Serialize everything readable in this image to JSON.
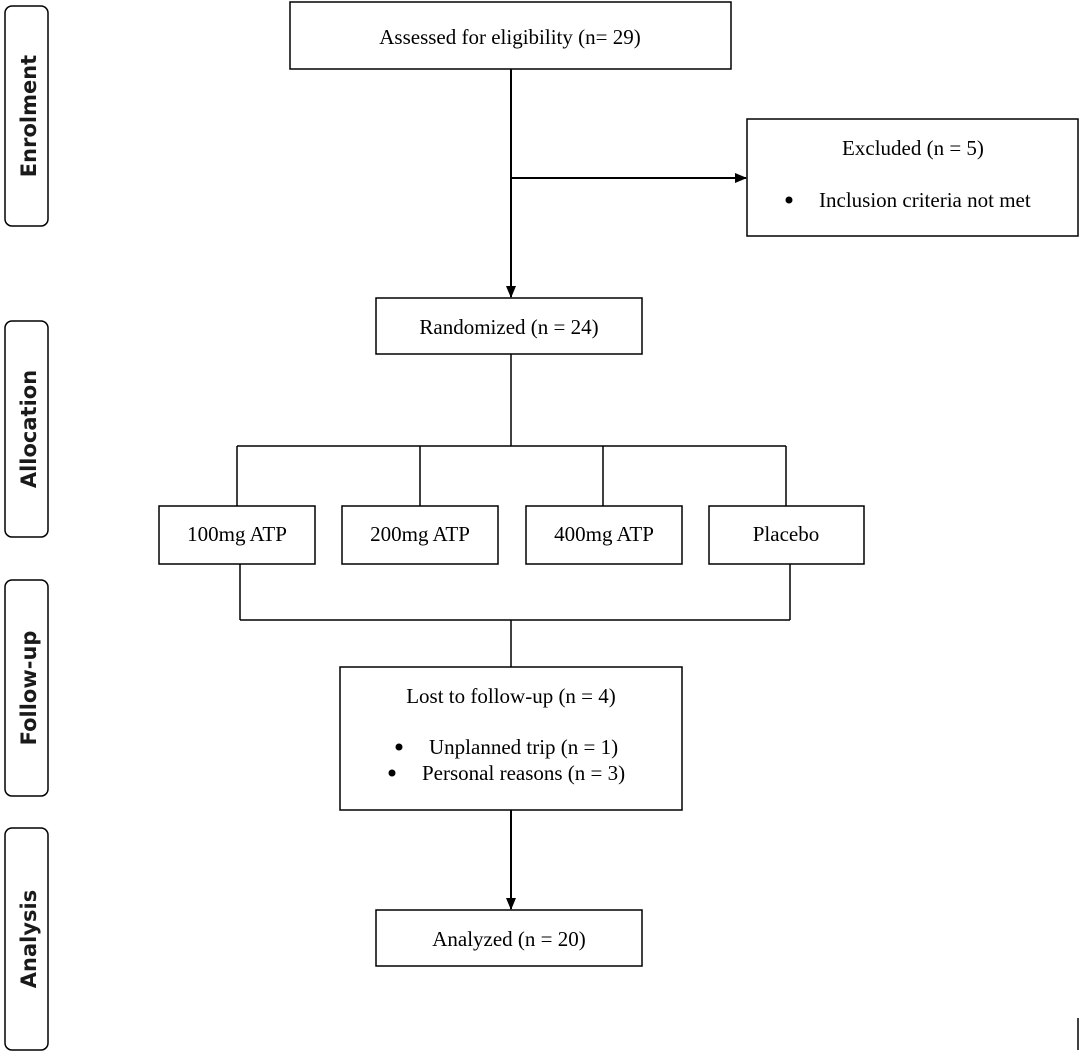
{
  "phases": {
    "enrolment": "Enrolment",
    "allocation": "Allocation",
    "follow_up": "Follow-up",
    "analysis": "Analysis"
  },
  "assessed": "Assessed for eligibility (n= 29)",
  "excluded": {
    "title": "Excluded (n = 5)",
    "items": [
      "Inclusion criteria not met"
    ]
  },
  "randomized": "Randomized (n = 24)",
  "arms": [
    "100mg ATP",
    "200mg ATP",
    "400mg ATP",
    "Placebo"
  ],
  "lost": {
    "title": "Lost to follow-up (n = 4)",
    "items": [
      "Unplanned trip (n = 1)",
      "Personal reasons (n = 3)"
    ]
  },
  "analyzed": "Analyzed (n = 20)"
}
